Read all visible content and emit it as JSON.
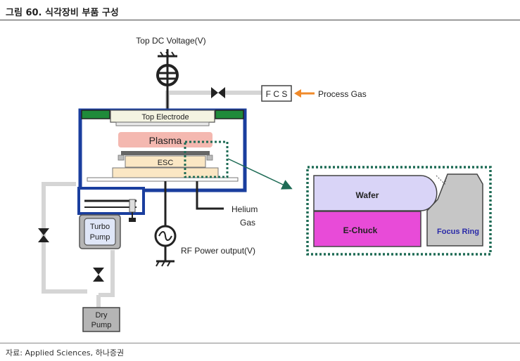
{
  "figure_title": "그림 60. 식각장비 부품 구성",
  "source": "자료: Applied Sciences, 하나증권",
  "labels": {
    "top_dc_voltage": "Top DC Voltage(V)",
    "fcs": "F C S",
    "process_gas": "Process Gas",
    "top_electrode": "Top Electrode",
    "plasma": "Plasma",
    "esc": "ESC",
    "helium": "Helium",
    "gas": "Gas",
    "turbo": "Turbo",
    "pump": "Pump",
    "dry": "Dry",
    "dry_pump": "Pump",
    "rf_power": "RF Power output(V)",
    "wafer": "Wafer",
    "echuck": "E-Chuck",
    "focus_ring": "Focus Ring"
  },
  "colors": {
    "chamber_blue": "#1a3e9e",
    "electrode_green": "#1f8a3a",
    "plasma_pink": "#f4b8b0",
    "esc_fill": "#fbe7c4",
    "wafer_fill": "#d9d4f7",
    "echuck_fill": "#e84bd8",
    "focus_ring_fill": "#c6c6c6",
    "focus_ring_text": "#2a2aa8",
    "dotted_green": "#1e6b55",
    "arrow_orange": "#f08a2a",
    "pipe_gray": "#d5d5d5",
    "pump_gray": "#b5b5b5"
  }
}
